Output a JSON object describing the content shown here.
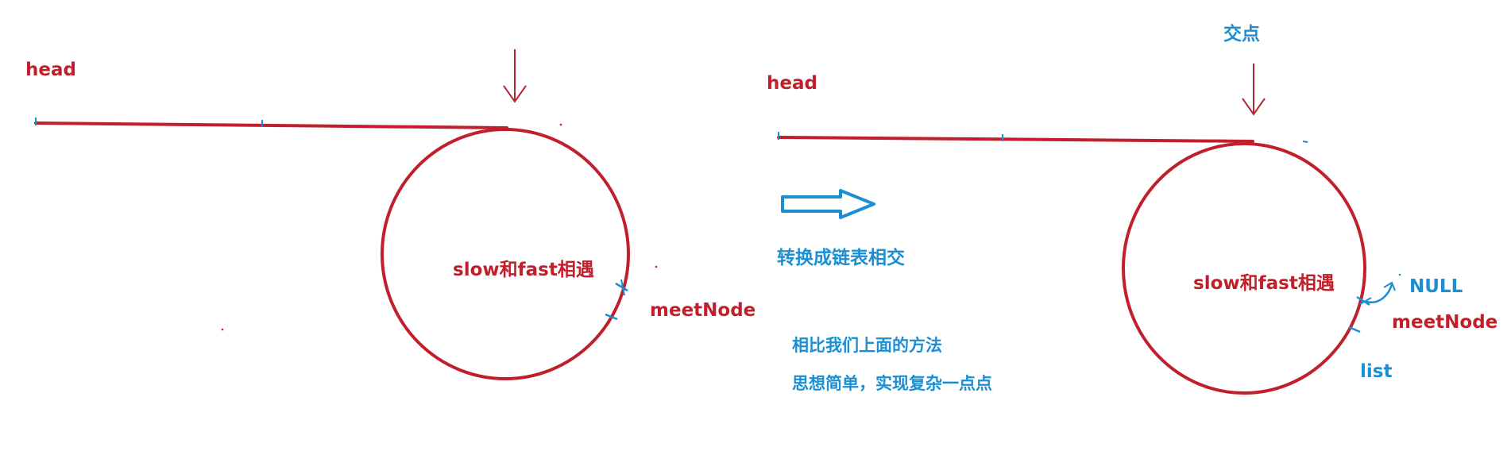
{
  "colors": {
    "red": "#c0202c",
    "blue": "#1b8fd2"
  },
  "left": {
    "head": "head",
    "meet_text": "slow和fast相遇",
    "meet_node": "meetNode"
  },
  "arrow_caption": "转换成链表相交",
  "notes": {
    "line1": "相比我们上面的方法",
    "line2": "思想简单，实现复杂一点点"
  },
  "right": {
    "intersection": "交点",
    "head": "head",
    "meet_text": "slow和fast相遇",
    "null_label": "NULL",
    "meet_node": "meetNode",
    "list_label": "list"
  }
}
